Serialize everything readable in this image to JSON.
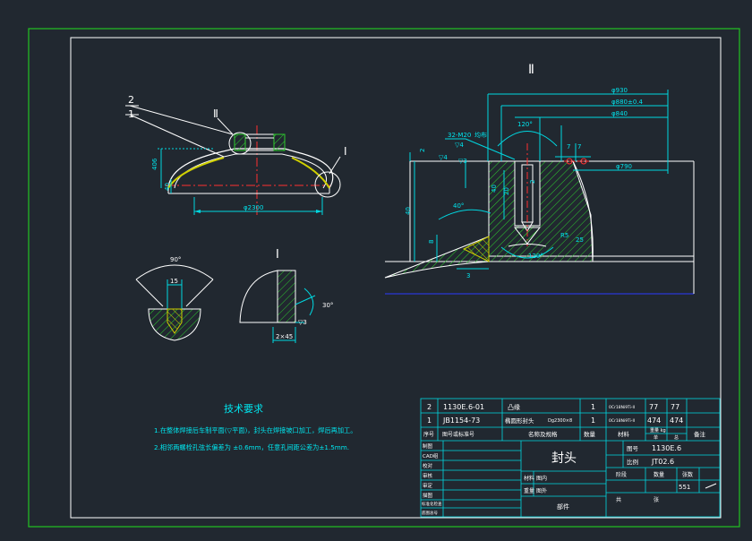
{
  "colors": {
    "background": "#212830",
    "outer_frame": "#22c322",
    "inner_frame": "#ffffff",
    "table_lines": "#00d7e0",
    "dim": "#00d7e0",
    "part_line": "#ffffff",
    "centerline": "#ff3030",
    "hatch": "#2ecc2e",
    "fill_yellow": "#c8c800"
  },
  "views": {
    "main_labels": {
      "leader_2": "2",
      "leader_1": "1",
      "detail_II": "Ⅱ",
      "detail_I": "Ⅰ"
    },
    "main_dims": {
      "height": "406",
      "flange_height": "40",
      "diameter": "φ2300"
    },
    "detail_II_title": "Ⅱ",
    "detail_II_dims": {
      "d930": "φ930",
      "d880": "φ880±0.4",
      "d840": "φ840",
      "d790": "φ790",
      "thread": "32-M20",
      "thread_note": "均布",
      "angle120_top": "120°",
      "angle120_bot": "120°",
      "a40": "40°",
      "r5": "R5",
      "r25": "25",
      "r7a": "7",
      "r7b": "7",
      "rough4_top": "▽4",
      "rough4_mid": "▽4",
      "rough3": "▽3",
      "h2": "2",
      "h40": "40",
      "h20": "20",
      "h8": "8",
      "h3": "3",
      "h2b": "2",
      "h40b": "40"
    },
    "section_detail": {
      "angle": "90°",
      "width": "15"
    },
    "detail_I_title": "Ⅰ",
    "detail_I_dims": {
      "angle": "30°",
      "rough": "▽3",
      "chamfer": "2×45"
    },
    "notes": {
      "title": "技术要求",
      "line1": "1.在整体焊接后车制平面(▽平面)，封头在焊接坡口加工，焊后再加工。",
      "line2": "2.相邻两螺栓孔弦长偏差为 ±0.6mm，任意孔间距公差为±1.5mm."
    }
  },
  "title_block": {
    "parts": [
      {
        "no": "2",
        "code": "1130E.6-01",
        "name": "凸缘",
        "spec": "",
        "qty": "1",
        "material": "0Cr18Ni9Ti-II",
        "single": "77",
        "total": "77",
        "note": ""
      },
      {
        "no": "1",
        "code": "JB1154-73",
        "name": "椭圆形封头",
        "spec": "Dg2300×8",
        "qty": "1",
        "material": "0Cr18Ni9Ti-II",
        "single": "474",
        "total": "474",
        "note": ""
      }
    ],
    "header": {
      "no": "序号",
      "code": "图号或标准号",
      "name": "名称及规格",
      "qty": "数量",
      "material": "材料",
      "weight_single": "单",
      "weight_total": "总",
      "weight": "重量 kg",
      "note": "备注"
    },
    "roles": [
      "制图",
      "CAD组",
      "校对",
      "审核",
      "审定",
      "描图",
      "标准化检查",
      "底图总号"
    ],
    "drawing_title": "封头",
    "drawing_no_label": "图号",
    "drawing_no": "1130E.6",
    "scale_label": "比例",
    "scale_value": "JT02.6",
    "material_label": "材料",
    "material_value": "图内",
    "weight_label": "重量",
    "weight_value": "图外",
    "stage_label": "阶段",
    "qty_label": "数量",
    "sheet_label": "张数",
    "weight_num": "551",
    "part_type": "部件",
    "col_same": "共",
    "col_page": "张"
  }
}
